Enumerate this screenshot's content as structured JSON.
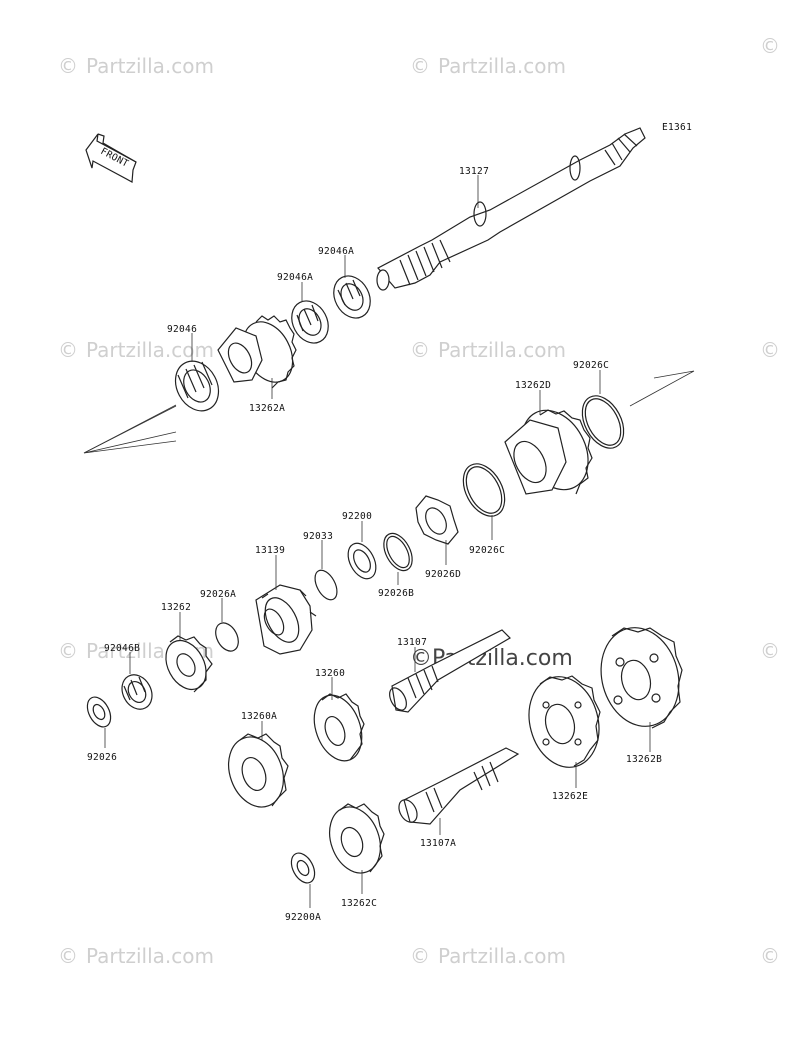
{
  "diagram": {
    "code": "E1361",
    "front_label": "FRONT",
    "watermark_small": "Partzilla.com",
    "watermark_center": "Partzilla.com",
    "copyright_symbol": "©"
  },
  "parts": [
    {
      "id": "p13127",
      "number": "13127"
    },
    {
      "id": "p92046A_1",
      "number": "92046A"
    },
    {
      "id": "p92046A_2",
      "number": "92046A"
    },
    {
      "id": "p92046",
      "number": "92046"
    },
    {
      "id": "p13262A",
      "number": "13262A"
    },
    {
      "id": "p13262D",
      "number": "13262D"
    },
    {
      "id": "p92026C_1",
      "number": "92026C"
    },
    {
      "id": "p92026C_2",
      "number": "92026C"
    },
    {
      "id": "p92200",
      "number": "92200"
    },
    {
      "id": "p92033",
      "number": "92033"
    },
    {
      "id": "p13139",
      "number": "13139"
    },
    {
      "id": "p92026D",
      "number": "92026D"
    },
    {
      "id": "p92026B",
      "number": "92026B"
    },
    {
      "id": "p92026A",
      "number": "92026A"
    },
    {
      "id": "p13262",
      "number": "13262"
    },
    {
      "id": "p92046B",
      "number": "92046B"
    },
    {
      "id": "p92026",
      "number": "92026"
    },
    {
      "id": "p13107",
      "number": "13107"
    },
    {
      "id": "p13260",
      "number": "13260"
    },
    {
      "id": "p13260A",
      "number": "13260A"
    },
    {
      "id": "p13262E",
      "number": "13262E"
    },
    {
      "id": "p13262B",
      "number": "13262B"
    },
    {
      "id": "p13107A",
      "number": "13107A"
    },
    {
      "id": "p13262C",
      "number": "13262C"
    },
    {
      "id": "p92200A",
      "number": "92200A"
    }
  ]
}
